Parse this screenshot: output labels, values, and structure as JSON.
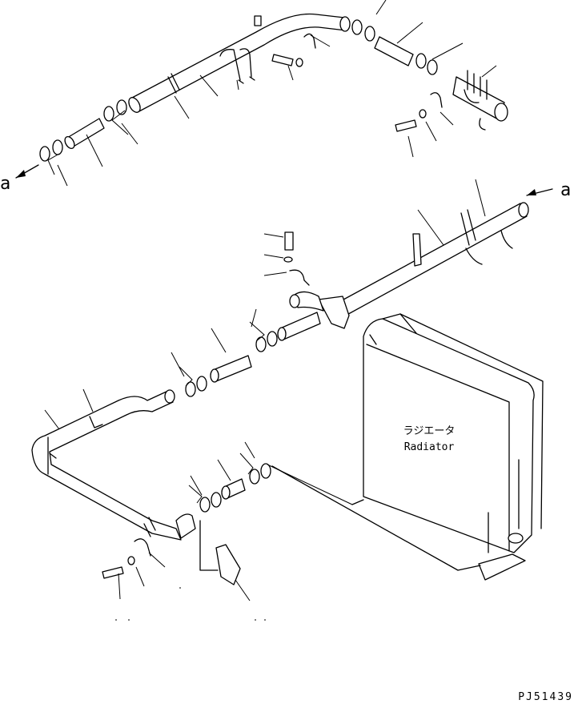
{
  "diagram": {
    "radiator_label_jp": "ラジエータ",
    "radiator_label_en": "Radiator",
    "arrow_label_left": "a",
    "arrow_label_right": "a",
    "drawing_code": "PJ51439"
  }
}
